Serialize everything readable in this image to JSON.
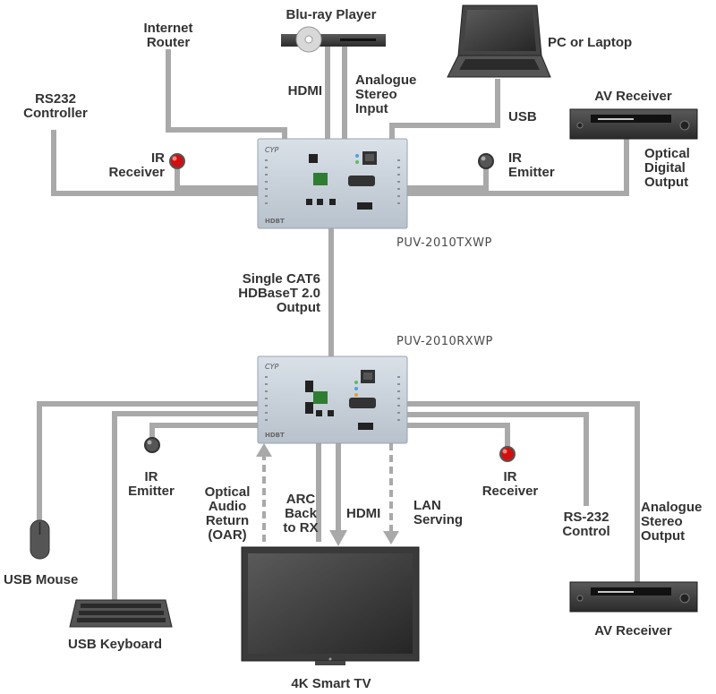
{
  "transmitter": {
    "model": "PUV-2010TXWP",
    "brand": "CYP",
    "sub_brand": "HDBT",
    "inputs": {
      "router": "Internet\nRouter",
      "bluray": "Blu-ray Player",
      "hdmi": "HDMI",
      "analogue": "Analogue\nStereo\nInput",
      "pc": "PC or Laptop",
      "usb": "USB",
      "rs232": "RS232\nController",
      "ir_receiver": "IR\nReceiver",
      "ir_emitter": "IR\nEmitter",
      "av_receiver": "AV Receiver",
      "optical": "Optical\nDigital\nOutput"
    }
  },
  "link": {
    "label": "Single CAT6\nHDBaseT 2.0\nOutput"
  },
  "receiver": {
    "model": "PUV-2010RXWP",
    "brand": "CYP",
    "sub_brand": "HDBT",
    "outputs": {
      "ir_emitter": "IR\nEmitter",
      "oar": "Optical\nAudio\nReturn\n(OAR)",
      "arc": "ARC\nBack\nto RX",
      "hdmi": "HDMI",
      "lan": "LAN\nServing",
      "ir_receiver": "IR\nReceiver",
      "rs232": "RS-232\nControl",
      "analogue": "Analogue\nStereo\nOutput",
      "mouse": "USB Mouse",
      "keyboard": "USB Keyboard",
      "tv": "4K Smart TV",
      "av_receiver": "AV Receiver"
    }
  },
  "colors": {
    "cable": "#a9a9a9",
    "ir_red": "#d01010",
    "ir_dark": "#555555",
    "device": "#3a3a3a"
  }
}
